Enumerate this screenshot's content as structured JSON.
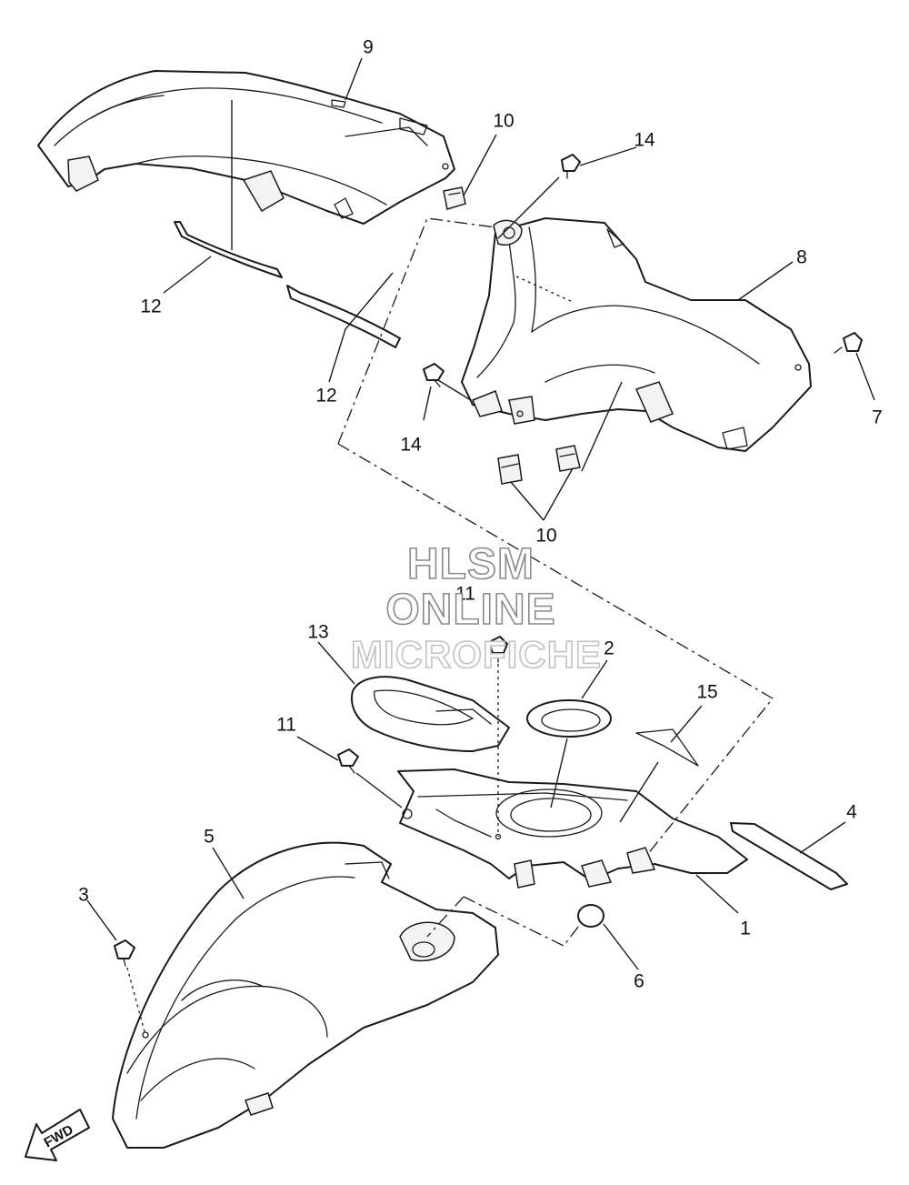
{
  "callouts": {
    "c1": "1",
    "c2": "2",
    "c3": "3",
    "c4": "4",
    "c5": "5",
    "c6": "6",
    "c7": "7",
    "c8": "8",
    "c9": "9",
    "c10a": "10",
    "c10b": "10",
    "c11a": "11",
    "c11b": "11",
    "c12a": "12",
    "c12b": "12",
    "c13": "13",
    "c14a": "14",
    "c14b": "14",
    "c15": "15"
  },
  "watermark": {
    "line1": "HLSM",
    "line2": "ONLINE",
    "line3": "MICROFICHE"
  },
  "direction_label": "FWD"
}
